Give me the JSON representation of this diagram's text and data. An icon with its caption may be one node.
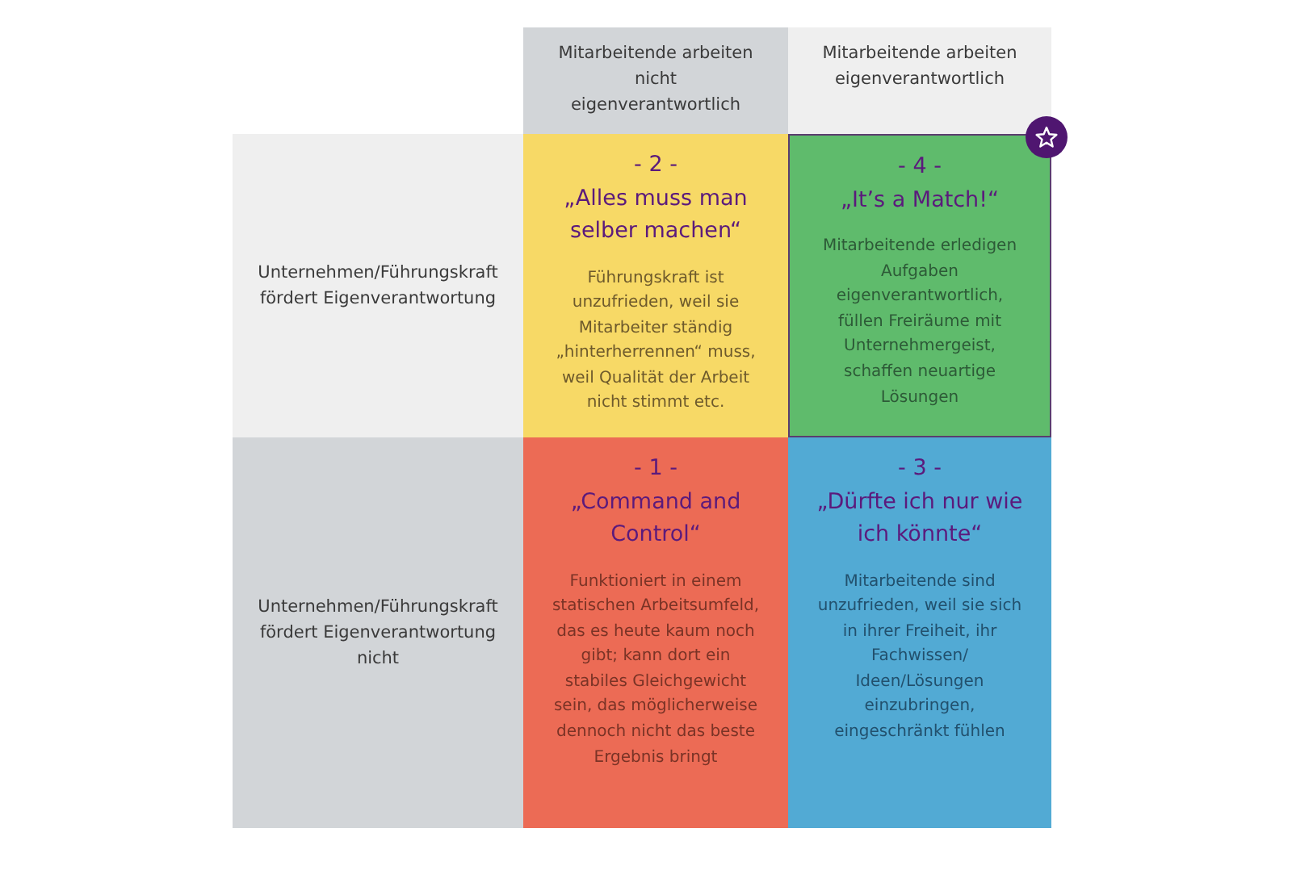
{
  "diagram": {
    "nodes": [
      {
        "text": [
          "Mitarbeitende arbeiten nicht eigenverantwortlich"
        ]
      },
      {
        "text": [
          "Mitarbeitende arbeiten eigenverantwortlich"
        ]
      },
      {
        "text": [
          "Unternehmen/Führungskraft fördert Eigenverantwortung"
        ]
      },
      {
        "text": [
          "- 2 -",
          "„Alles muss man selber machen“",
          "Führungskraft ist unzufrieden, weil sie Mitarbeiter ständig „hinterherrennen“ muss, weil Qualität der Arbeit nicht stimmt etc."
        ]
      },
      {
        "text": [
          "- 4 -",
          "„It’s a Match!“",
          "Mitarbeitende erledigen Aufgaben eigenverantwortlich, füllen Freiräume mit Unternehmergeist, schaffen neuartige Lösungen"
        ]
      },
      {
        "text": [
          "Unternehmen/Führungskraft fördert Eigenverantwortung nicht"
        ]
      },
      {
        "text": [
          "- 1 -",
          "„Command and Control“",
          "Funktioniert in einem statischen Arbeitsumfeld, das es heute kaum noch gibt; kann dort ein stabiles Gleichgewicht sein, das möglicherweise dennoch nicht das beste Ergebnis bringt"
        ]
      },
      {
        "text": [
          "- 3 -",
          "„Dürfte ich nur wie ich könnte“",
          "Mitarbeitende sind unzufrieden, weil sie sich in ihrer Freiheit, ihr Fachwissen/ Ideen/Lösungen einzubringen, eingeschränkt fühlen"
        ]
      }
    ]
  }
}
